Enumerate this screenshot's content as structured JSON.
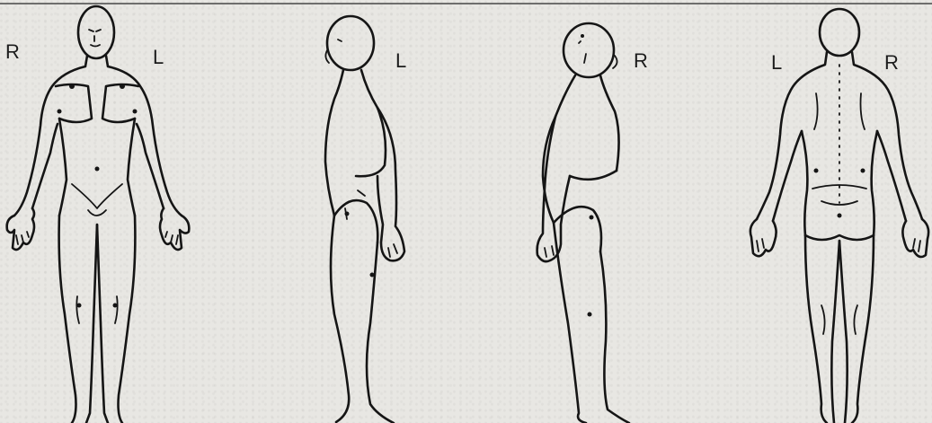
{
  "figures": [
    {
      "name": "anterior-view",
      "labels": [
        "R",
        "L"
      ]
    },
    {
      "name": "left-lateral-view",
      "labels": [
        "L"
      ]
    },
    {
      "name": "right-lateral-view",
      "labels": [
        "R"
      ]
    },
    {
      "name": "posterior-view",
      "labels": [
        "L",
        "R"
      ]
    }
  ],
  "colors": {
    "ink": "#151515",
    "paper": "#e8e7e3"
  }
}
